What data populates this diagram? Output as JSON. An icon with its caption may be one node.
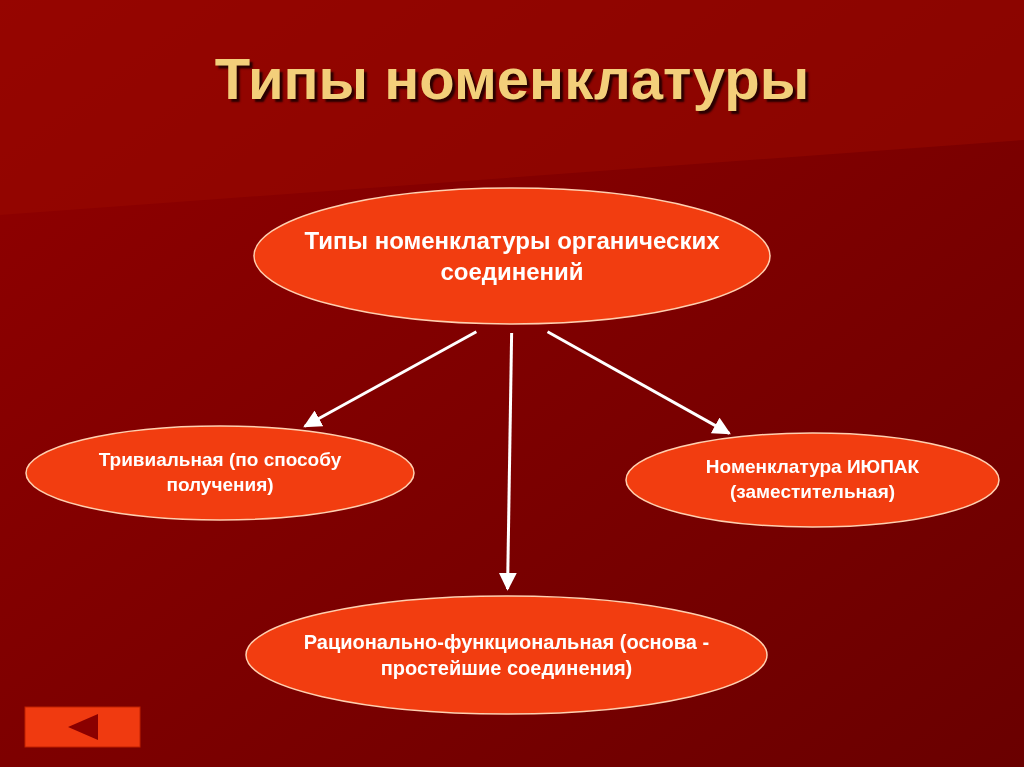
{
  "diagram": {
    "title": "Типы номенклатуры",
    "nodes": [
      {
        "text": [
          "Типы номенклатуры органических соединений"
        ]
      },
      {
        "text": [
          "Тривиальная (по способу получения)"
        ]
      },
      {
        "text": [
          "Номенклатура ИЮПАК (заместительная)"
        ]
      },
      {
        "text": [
          "Рационально-функциональная (основа - простейшие соединения)"
        ]
      }
    ],
    "edges": [
      {
        "from": 0,
        "to": 1,
        "arrow": "to"
      },
      {
        "from": 0,
        "to": 3,
        "arrow": "to"
      },
      {
        "from": 0,
        "to": 2,
        "arrow": "to"
      }
    ]
  }
}
